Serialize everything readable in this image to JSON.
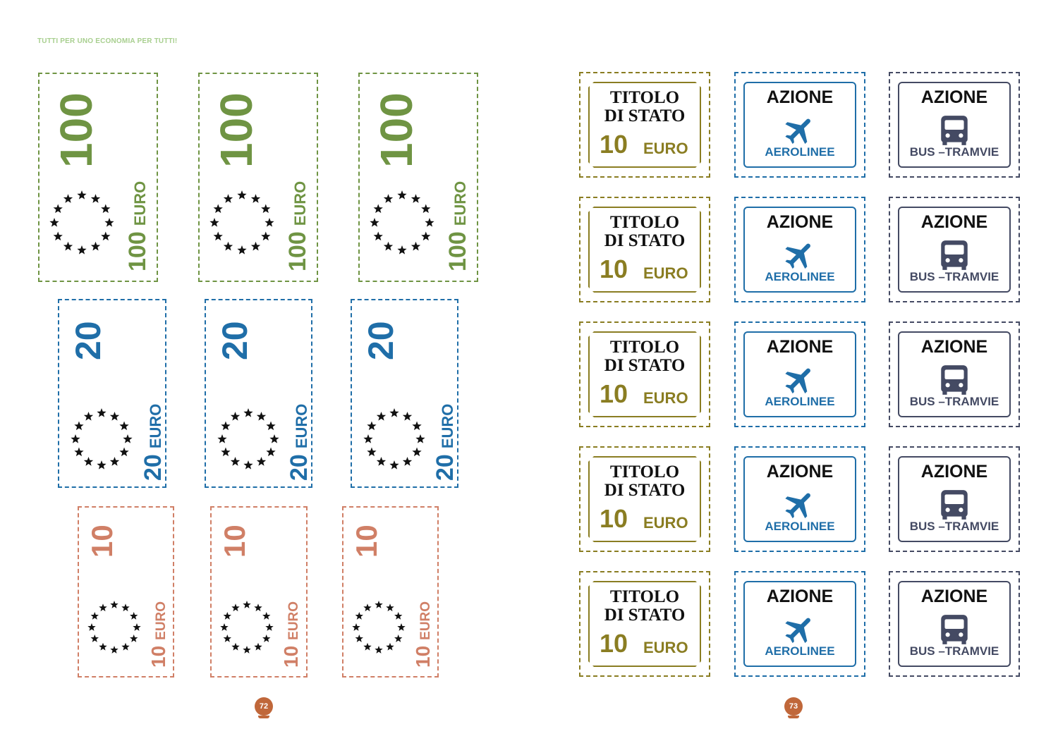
{
  "header": {
    "text": "TUTTI PER UNO ECONOMIA PER TUTTI!"
  },
  "colors": {
    "green": "#6f9443",
    "blue": "#1f6ea8",
    "salmon": "#d07f66",
    "olive": "#8a7d22",
    "share_blue": "#1f6ea8",
    "share_slate": "#444a63",
    "stars": "#111111",
    "page_badge": "#c0673a",
    "header": "#a8cf8f"
  },
  "notes": {
    "n100": {
      "value": "100",
      "currency": "EURO"
    },
    "n20": {
      "value": "20",
      "currency": "EURO"
    },
    "n10": {
      "value": "10",
      "currency": "EURO"
    }
  },
  "bond": {
    "title_line1": "TITOLO",
    "title_line2": "DI STATO",
    "value": "10",
    "currency": "EURO"
  },
  "share_air": {
    "title": "AZIONE",
    "subtitle": "AEROLINEE",
    "icon": "airplane-icon"
  },
  "share_bus": {
    "title": "AZIONE",
    "subtitle": "BUS –TRAMVIE",
    "icon": "bus-icon"
  },
  "pages": {
    "left": "72",
    "right": "73"
  }
}
